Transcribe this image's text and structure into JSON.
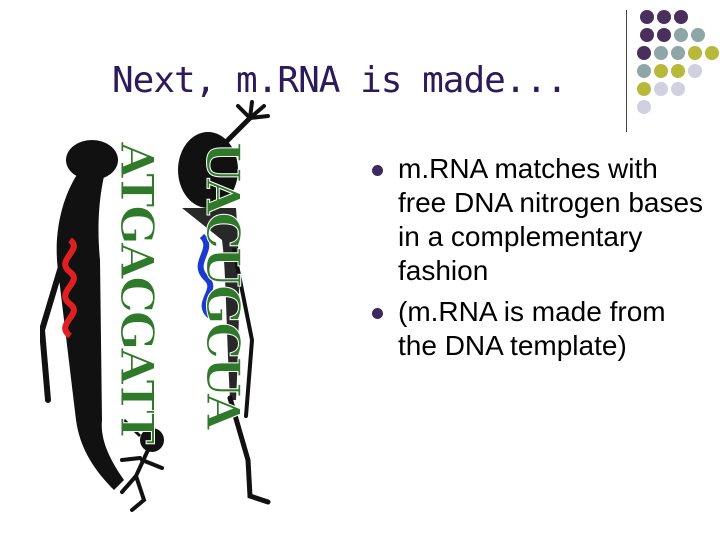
{
  "slide": {
    "title": "Next, m.RNA is made...",
    "bullets": [
      {
        "text": "m.RNA matches with free DNA nitrogen bases in a complementary fashion"
      },
      {
        "text": "(m.RNA is made from the DNA template)"
      }
    ]
  },
  "illustration": {
    "dna_strand": "ATGACGATT",
    "mrna_strand": "UACUGCUA"
  },
  "colors": {
    "title": "#2c1a5a",
    "dot_purple": "#4a2f5e",
    "dot_teal": "#8ea6a8",
    "dot_olive": "#b8b83a",
    "dot_lavender": "#d0d0e0",
    "letters_green": "#2f7a2a",
    "helix_red": "#e02020",
    "helix_blue": "#1a3ad0"
  }
}
